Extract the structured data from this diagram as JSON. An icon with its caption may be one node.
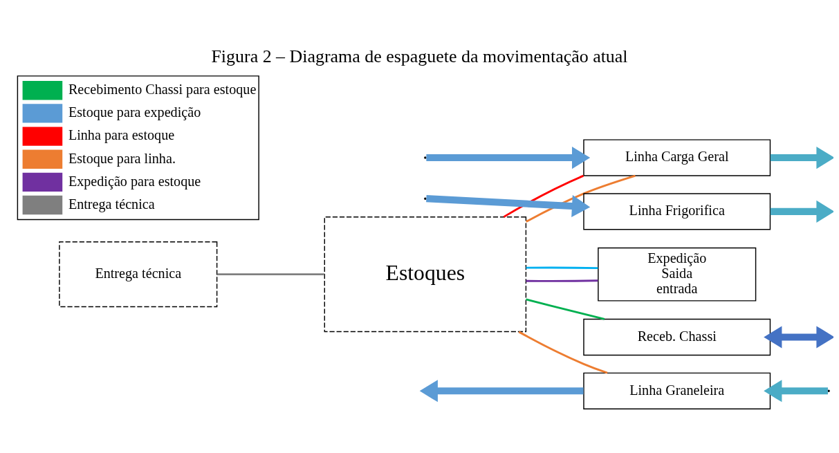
{
  "diagram": {
    "title": "Figura 2 – Diagrama de espaguete da movimentação atual",
    "nodes": [
      {
        "text": [
          "Entrega técnica"
        ]
      },
      {
        "text": [
          "Estoques"
        ]
      },
      {
        "text": [
          "Linha Carga Geral"
        ]
      },
      {
        "text": [
          "Linha Frigorifica"
        ]
      },
      {
        "text": [
          "Receb. Chassi"
        ]
      },
      {
        "text": [
          "Linha Graneleira"
        ]
      },
      {
        "text": [
          "Expedição",
          "Saida",
          "entrada"
        ]
      }
    ],
    "edges": [
      {
        "from": 0,
        "to": 1,
        "arrow": "none",
        "color": "#7f7f7f"
      },
      {
        "from": 1,
        "to": 6,
        "arrow": "none",
        "color": "#7030a0"
      },
      {
        "from": 1,
        "to": 6,
        "arrow": "none",
        "color": "#00b0f0"
      },
      {
        "from": 2,
        "to": 1,
        "arrow": "none",
        "color": "#ff0000"
      },
      {
        "from": 4,
        "to": 1,
        "arrow": "none",
        "color": "#00b050"
      },
      {
        "from": 1,
        "to": 2,
        "arrow": "none",
        "color": "#ed7d31"
      },
      {
        "from": 1,
        "to": 5,
        "arrow": "none",
        "color": "#ed7d31"
      },
      {
        "from": null,
        "to": 2,
        "arrow": "to",
        "style": "thick",
        "color": "#5b9bd5"
      },
      {
        "from": null,
        "to": 3,
        "arrow": "to",
        "style": "thick",
        "color": "#5b9bd5"
      },
      {
        "from": 2,
        "to": null,
        "arrow": "to",
        "style": "thick",
        "color": "#4bacc6"
      },
      {
        "from": 3,
        "to": null,
        "arrow": "to",
        "style": "thick",
        "color": "#4bacc6"
      },
      {
        "from": 4,
        "to": null,
        "arrow": "both",
        "style": "thick",
        "color": "#4472c4"
      },
      {
        "from": 5,
        "to": null,
        "arrow": "to",
        "style": "thick",
        "color": "#5b9bd5"
      },
      {
        "from": null,
        "to": 5,
        "arrow": "to",
        "style": "thick",
        "color": "#4bacc6"
      }
    ],
    "legend": [
      {
        "text": "Recebimento Chassi para estoque",
        "color": "#00b050"
      },
      {
        "text": "Estoque para expedição",
        "color": "#5b9bd5"
      },
      {
        "text": "Linha para estoque",
        "color": "#ff0000"
      },
      {
        "text": "Estoque para linha.",
        "color": "#ed7d31"
      },
      {
        "text": "Expedição para estoque",
        "color": "#7030a0"
      },
      {
        "text": "Entrega técnica",
        "color": "#7f7f7f"
      }
    ]
  }
}
